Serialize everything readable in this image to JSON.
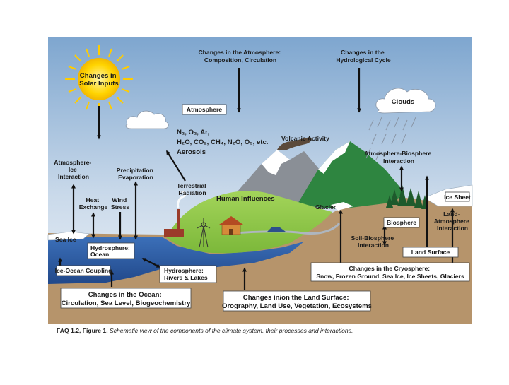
{
  "sun_label": [
    "Changes in",
    "Solar Inputs"
  ],
  "atmosphere_changes": [
    "Changes in the Atmosphere:",
    "Composition, Circulation"
  ],
  "hydrological_changes": [
    "Changes in the",
    "Hydrological Cycle"
  ],
  "clouds": "Clouds",
  "atmosphere": "Atmosphere",
  "gases_line1": "N₂, O₂, Ar,",
  "gases_line2": "H₂O, CO₂, CH₄, N₂O, O₃, etc.",
  "aerosols": "Aerosols",
  "volcanic": "Volcanic Activity",
  "atm_bio": [
    "Atmosphere-Biosphere",
    "Interaction"
  ],
  "atm_ice": [
    "Atmosphere-",
    "Ice",
    "Interaction"
  ],
  "precip": [
    "Precipitation",
    "Evaporation"
  ],
  "heat": [
    "Heat",
    "Exchange"
  ],
  "wind": [
    "Wind",
    "Stress"
  ],
  "terrestrial": [
    "Terrestrial",
    "Radiation"
  ],
  "human": "Human Influences",
  "glacier": "Glacier",
  "ice_sheet": "Ice Sheet",
  "sea_ice": "Sea Ice",
  "hydro_ocean": [
    "Hydrosphere:",
    "Ocean"
  ],
  "biosphere": "Biosphere",
  "land_atm": [
    "Land-",
    "Atmosphere",
    "Interaction"
  ],
  "soil_bio": [
    "Soil-Biosphere",
    "Interaction"
  ],
  "land_surface": "Land Surface",
  "ice_ocean": "Ice-Ocean Coupling",
  "hydro_rivers": [
    "Hydrosphere:",
    "Rivers & Lakes"
  ],
  "cryo_changes": [
    "Changes in the Cryosphere:",
    "Snow, Frozen Ground, Sea Ice, Ice Sheets, Glaciers"
  ],
  "ocean_changes": [
    "Changes in the Ocean:",
    "Circulation, Sea Level, Biogeochemistry"
  ],
  "land_changes": [
    "Changes in/on the Land Surface:",
    "Orography, Land Use, Vegetation, Ecosystems"
  ],
  "caption_ref": "FAQ 1.2, Figure 1.",
  "caption_text": "Schematic view of the components of the climate system, their processes and interactions.",
  "colors": {
    "sky_top": "#7ea6cf",
    "sky_bottom": "#f3f6fa",
    "ocean": "#2f5ea8",
    "land": "#b6946b",
    "hill": "#8cc63f",
    "mountain": "#2e8540",
    "sun": "#ffd400"
  }
}
